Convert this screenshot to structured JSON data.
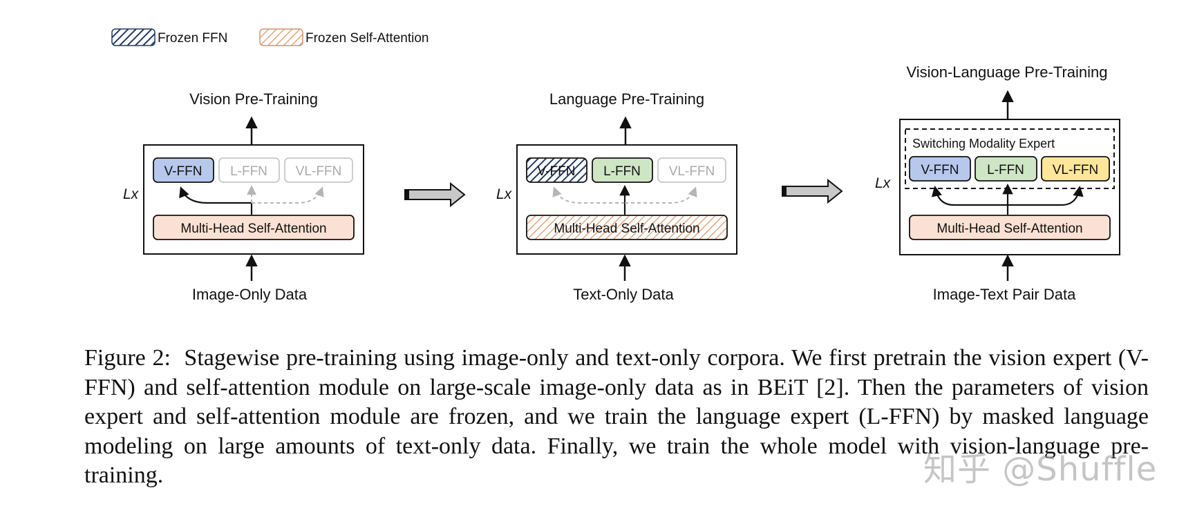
{
  "legend": {
    "ffn_label": "Frozen FFN",
    "attn_label": "Frozen Self-Attention"
  },
  "colors": {
    "v_ffn": "#b7c8ec",
    "l_ffn": "#cfe6c5",
    "vl_ffn": "#fde69a",
    "attention": "#fbe1d3",
    "hatch_blue": "#1f3a68",
    "hatch_orange": "#e9a47a",
    "inactive_text": "#aaaaaa"
  },
  "panels": [
    {
      "title": "Vision Pre-Training",
      "input": "Image-Only Data",
      "layer_label": "Lx",
      "ffn": [
        "V-FFN",
        "L-FFN",
        "VL-FFN"
      ],
      "attention": "Multi-Head Self-Attention"
    },
    {
      "title": "Language Pre-Training",
      "input": "Text-Only Data",
      "layer_label": "Lx",
      "ffn": [
        "V-FFN",
        "L-FFN",
        "VL-FFN"
      ],
      "attention": "Multi-Head Self-Attention"
    },
    {
      "title": "Vision-Language Pre-Training",
      "input": "Image-Text Pair Data",
      "layer_label": "Lx",
      "expert_group": "Switching Modality Expert",
      "ffn": [
        "V-FFN",
        "L-FFN",
        "VL-FFN"
      ],
      "attention": "Multi-Head Self-Attention"
    }
  ],
  "caption": {
    "label": "Figure 2:",
    "text": "Stagewise pre-training using image-only and text-only corpora. We first pretrain the vision expert (V-FFN) and self-attention module on large-scale image-only data as in BEiT [2]. Then the parameters of vision expert and self-attention module are frozen, and we train the language expert (L-FFN) by masked language modeling on large amounts of text-only data. Finally, we train the whole model with vision-language pre-training."
  },
  "watermark": "知乎 @Shuffle"
}
